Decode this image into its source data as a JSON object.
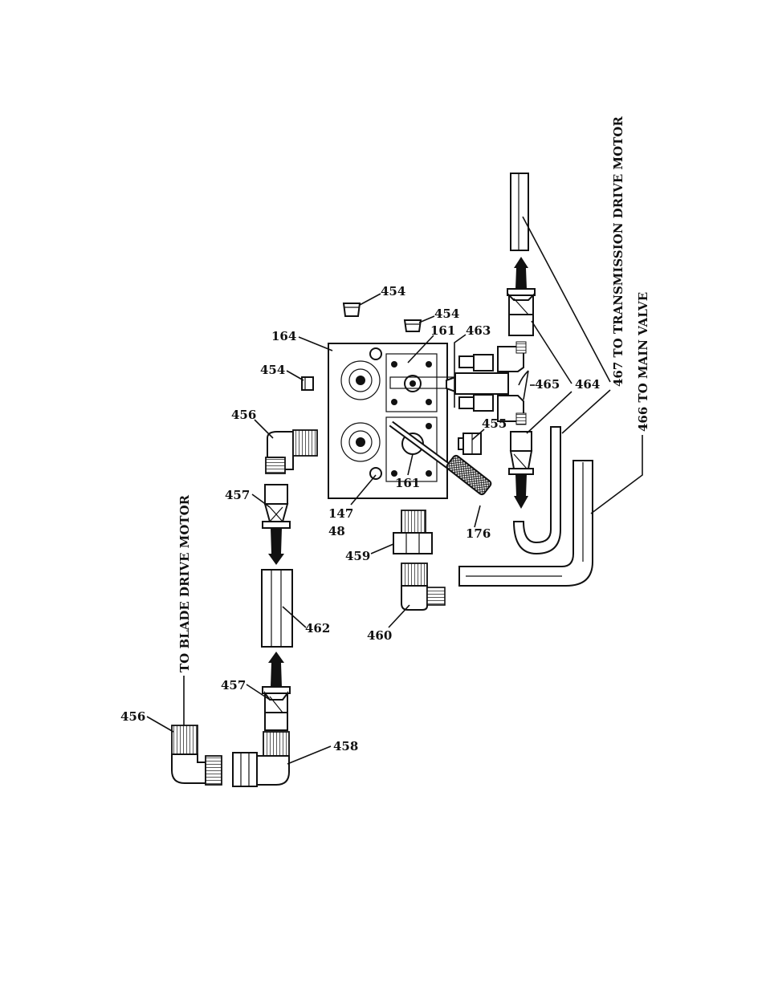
{
  "labels": {
    "p454a": "454",
    "p454b": "454",
    "p454c": "454",
    "p164": "164",
    "p161a": "161",
    "p463": "463",
    "p465": "465",
    "p464": "464",
    "p456a": "456",
    "p455": "455",
    "p161b": "161",
    "p147": "147",
    "p48": "48",
    "p176": "176",
    "p457a": "457",
    "p459": "459",
    "p460": "460",
    "p462": "462",
    "p457b": "457",
    "p456b": "456",
    "p458": "458"
  },
  "callouts": {
    "transmission": "467 TO TRANSMISSION DRIVE MOTOR",
    "main_valve": "466 TO MAIN VALVE",
    "blade": "TO BLADE DRIVE MOTOR"
  }
}
